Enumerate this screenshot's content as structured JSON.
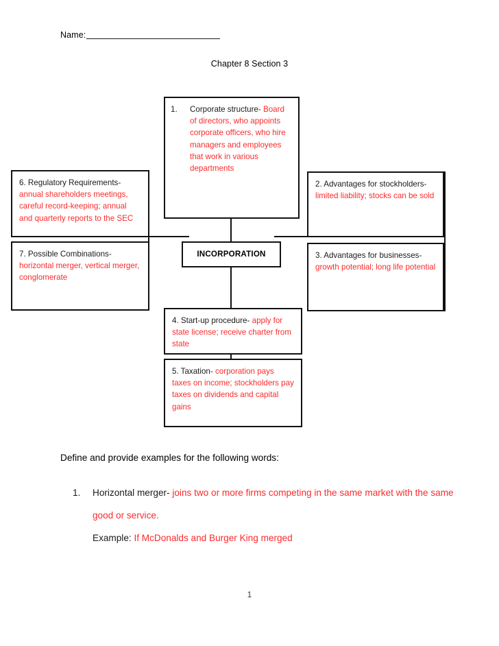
{
  "document": {
    "name_label": "Name:",
    "chapter_title": "Chapter 8 Section 3",
    "page_number": "1",
    "answer_color": "#fc2a2a",
    "text_color": "#1a1a1a"
  },
  "diagram": {
    "center_label": "INCORPORATION",
    "boxes": [
      {
        "id": "box1",
        "number": "1.",
        "label": "Corporate structure-",
        "answer": "Board of directors, who appoints corporate officers, who hire managers and employees that work in various departments"
      },
      {
        "id": "box2",
        "label": "2. Advantages for stockholders-",
        "answer": "limited liability; stocks can be sold"
      },
      {
        "id": "box3",
        "label": "3. Advantages for businesses-",
        "answer": "growth potential; long life potential"
      },
      {
        "id": "box4",
        "label": "4. Start-up procedure-",
        "answer": "apply for state license; receive charter from state"
      },
      {
        "id": "box5",
        "label": "5. Taxation-",
        "answer": "corporation pays taxes on income; stockholders pay taxes on dividends and capital gains"
      },
      {
        "id": "box6",
        "label": "6. Regulatory Requirements-",
        "answer": "annual shareholders meetings, careful record-keeping; annual and quarterly reports to the SEC"
      },
      {
        "id": "box7",
        "label": "7. Possible Combinations-",
        "answer": "horizontal merger, vertical merger, conglomerate"
      }
    ]
  },
  "vocabulary": {
    "instruction": "Define and provide examples for the following words:",
    "items": [
      {
        "number": "1.",
        "term": "Horizontal merger-",
        "definition": "joins two or more firms competing in the same market with the same good or service.",
        "example_label": "Example:",
        "example_answer": "If McDonalds and Burger King merged"
      }
    ]
  }
}
